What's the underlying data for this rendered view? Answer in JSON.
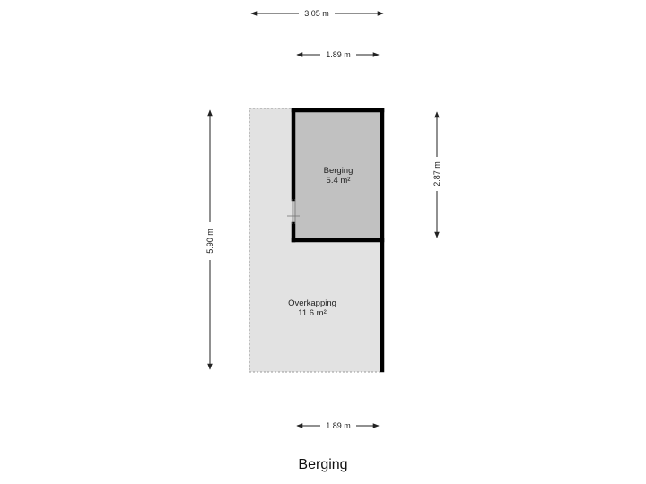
{
  "dimensions": {
    "top_total": "3.05 m",
    "top_inner": "1.89 m",
    "bottom": "1.89 m",
    "left": "5.90 m",
    "right": "2.87 m"
  },
  "rooms": [
    {
      "name": "Berging",
      "area": "5.4 m²"
    },
    {
      "name": "Overkapping",
      "area": "11.6 m²"
    }
  ],
  "title": "Berging",
  "colors": {
    "overkapping_fill": "#e2e2e2",
    "berging_fill": "#c1c1c1",
    "wall": "#000000",
    "dimension_line": "#222222"
  }
}
